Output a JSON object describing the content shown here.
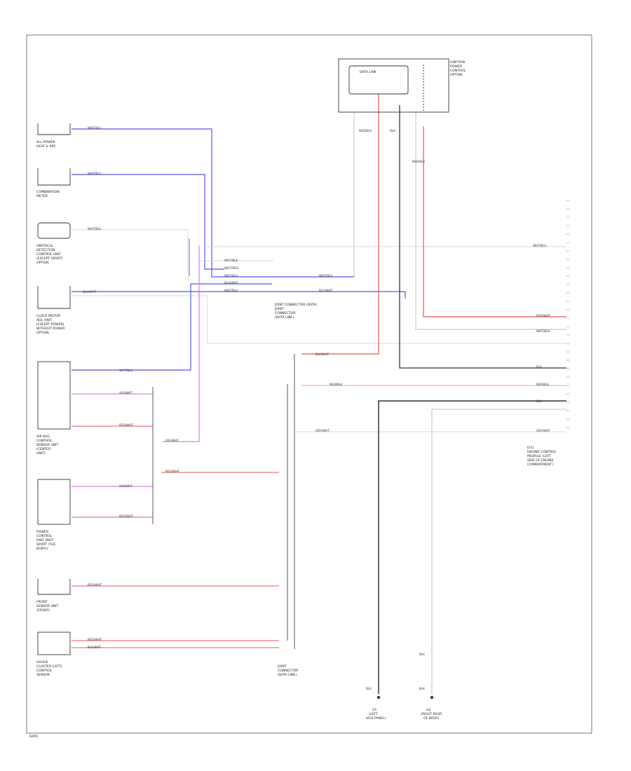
{
  "diagram": {
    "colors": {
      "frame": "#777777",
      "wire_black": "#333333",
      "wire_grey": "#aaaaaa",
      "wire_light": "#cccccc",
      "wire_blue": "#5555ee",
      "wire_red": "#ee5555",
      "wire_violet": "#cc66dd",
      "wire_lightred": "#f3a0a0"
    },
    "components": [
      {
        "id": "c1",
        "name_lines": [
          "ALL POWER",
          "HEAT & SPS"
        ]
      },
      {
        "id": "c2",
        "name_lines": [
          "COMBINATION",
          "METER"
        ]
      },
      {
        "id": "c3",
        "name_lines": [
          "OBSTACLE",
          "DETECTION",
          "CONTROL UNIT",
          "(EXCEPT SPORT)",
          "OPTION"
        ]
      },
      {
        "id": "c4",
        "name_lines": [
          "CLOCK MOTOR",
          "ADJ. UNIT",
          "(EXCEPT POWER)",
          "WITHOUT POWER",
          "OPTION"
        ]
      },
      {
        "id": "c5",
        "name_lines": [
          "AIR BAG",
          "CONTROL",
          "SENSOR UNIT",
          "(CENTER",
          "UNIT)"
        ]
      },
      {
        "id": "c6",
        "name_lines": [
          "POWER",
          "CONTROL",
          "UNIT (NOT",
          "SPORT (THE",
          "BODY))"
        ]
      },
      {
        "id": "c7",
        "name_lines": [
          "FRONT",
          "SENSOR UNIT",
          "(FRONT)"
        ]
      },
      {
        "id": "c8",
        "name_lines": [
          "GAUGE",
          "CLUSTER (LEFT)",
          "CONTROL",
          "SENSOR"
        ]
      }
    ],
    "wire_tags": [
      "WHT/BLU",
      "WHT/BLK",
      "WHT/RED",
      "RED/WHT",
      "BLK/WHT",
      "RED/BLK",
      "BLU/WHT",
      "VIO/WHT",
      "BLK",
      "GRY/WHT"
    ],
    "top_right": {
      "box_title": "DATA LINK",
      "side_lines": [
        "IGNITION",
        "POWER",
        "CONTROL",
        "OPTION"
      ]
    },
    "center_labels": [
      "JOINT CONNECTOR (DATA)",
      "JOINT",
      "CONNECTOR",
      "(DATA LINE)"
    ],
    "right_connector_lines": [
      "ECU",
      "ENGINE CONTROL",
      "MODULE (LEFT",
      "SIDE OF ENGINE",
      "COMPARTMENT)"
    ],
    "bottom_grounds": [
      {
        "lines": [
          "G1",
          "(LEFT",
          "KICK PANEL)"
        ]
      },
      {
        "lines": [
          "G2",
          "(RIGHT REAR",
          "OF BODY)"
        ]
      }
    ],
    "bottom_joint_lines": [
      "JOINT",
      "CONNECTOR",
      "(DATA LINE)"
    ],
    "page_tag": "DATA"
  }
}
